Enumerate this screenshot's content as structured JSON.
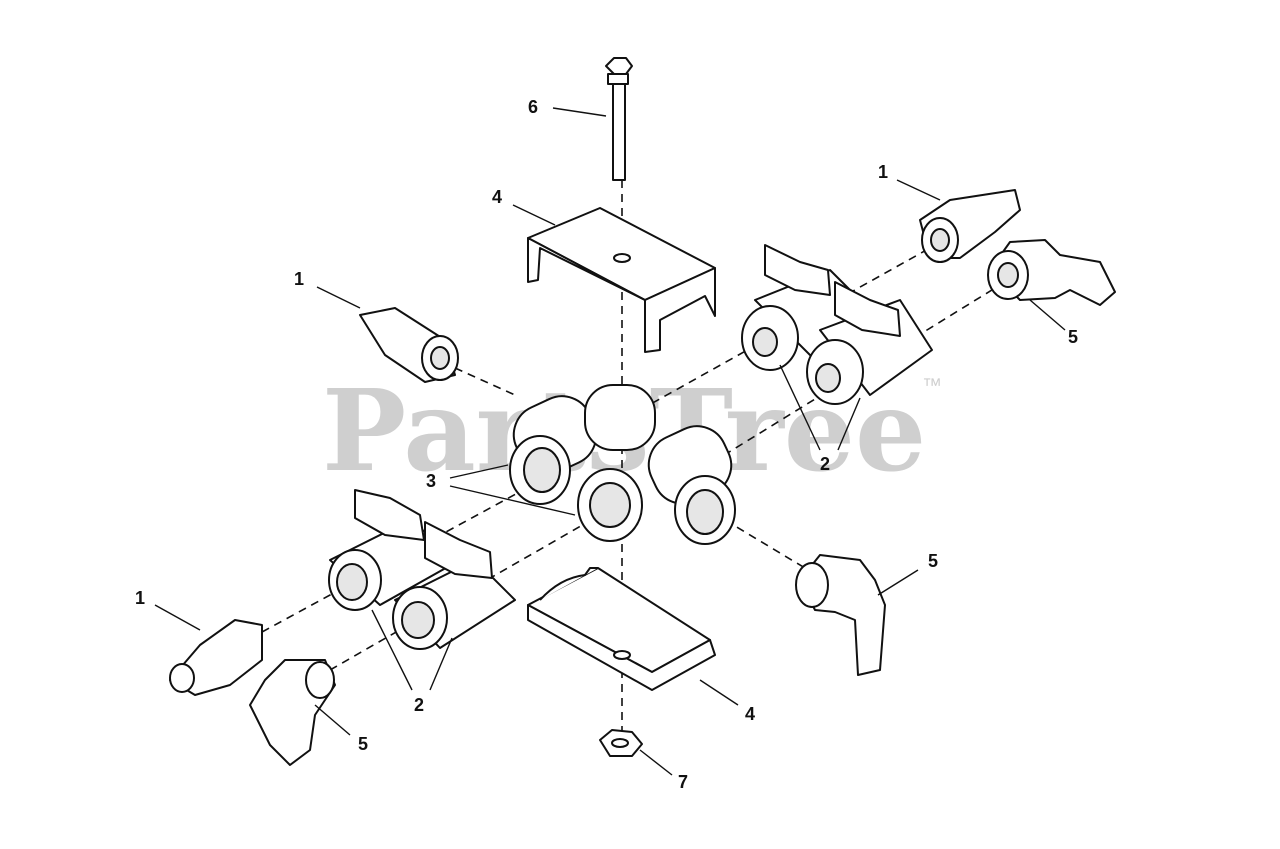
{
  "watermark": {
    "text": "PartsTree",
    "trademark": "™"
  },
  "callouts": [
    {
      "id": "c6",
      "label": "6"
    },
    {
      "id": "c4a",
      "label": "4"
    },
    {
      "id": "c1a",
      "label": "1"
    },
    {
      "id": "c1b",
      "label": "1"
    },
    {
      "id": "c5a",
      "label": "5"
    },
    {
      "id": "c2a",
      "label": "2"
    },
    {
      "id": "c3",
      "label": "3"
    },
    {
      "id": "c1c",
      "label": "1"
    },
    {
      "id": "c5b",
      "label": "5"
    },
    {
      "id": "c2b",
      "label": "2"
    },
    {
      "id": "c5c",
      "label": "5"
    },
    {
      "id": "c4b",
      "label": "4"
    },
    {
      "id": "c7",
      "label": "7"
    }
  ]
}
